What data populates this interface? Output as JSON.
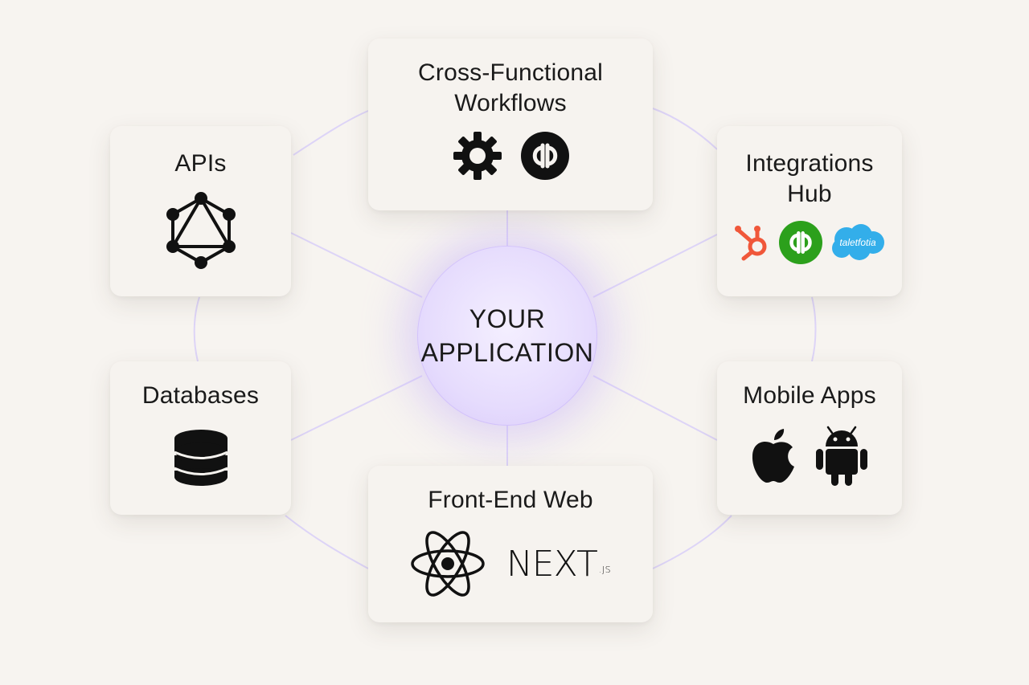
{
  "hub": {
    "label": "YOUR\nAPPLICATION"
  },
  "nodes": {
    "workflows": {
      "title": "Cross-Functional\nWorkflows",
      "icons": [
        "gear-icon",
        "quickbooks-icon"
      ]
    },
    "apis": {
      "title": "APIs",
      "icons": [
        "graphql-icon"
      ]
    },
    "integrations": {
      "title": "Integrations\nHub",
      "icons": [
        "hubspot-icon",
        "quickbooks-icon",
        "salesforce-icon"
      ],
      "salesforce_text": "taletfotia"
    },
    "databases": {
      "title": "Databases",
      "icons": [
        "database-icon"
      ]
    },
    "mobile": {
      "title": "Mobile Apps",
      "icons": [
        "apple-icon",
        "android-icon"
      ]
    },
    "frontend": {
      "title": "Front-End Web",
      "icons": [
        "react-icon",
        "nextjs-icon"
      ],
      "next_main": "NEXT",
      "next_sub": ".JS"
    }
  },
  "colors": {
    "background": "#f7f4f0",
    "card": "#f6f3ef",
    "connector": "#ddd4f7",
    "hub_glow": "#d8c9fb",
    "hubspot": "#f0573a",
    "quickbooks_green": "#2ca01c",
    "salesforce": "#33aeea",
    "icon_dark": "#111111"
  }
}
